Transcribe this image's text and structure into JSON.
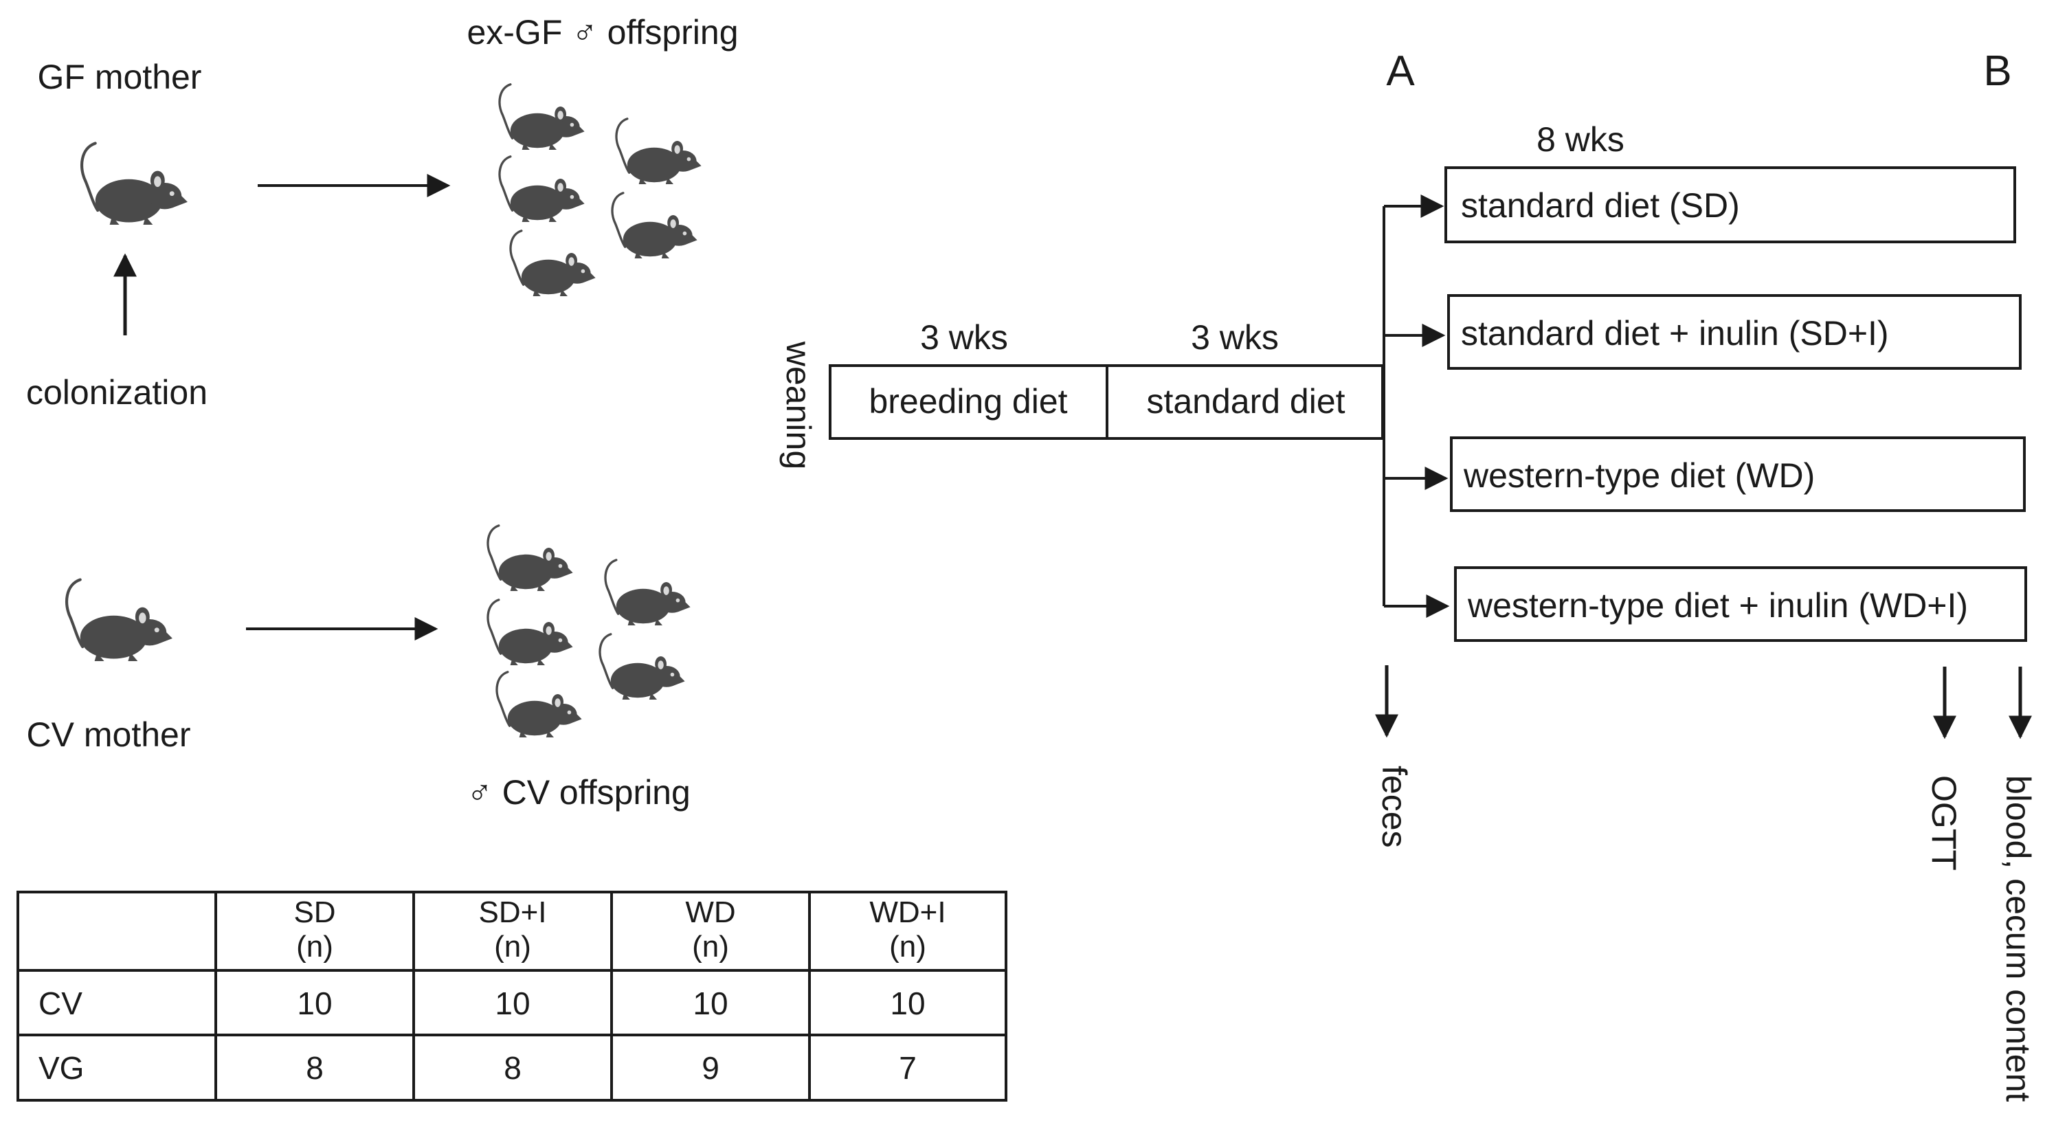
{
  "colors": {
    "ink": "#1a1a1a",
    "mouse": "#4a4a4a",
    "background": "#ffffff"
  },
  "icons": {
    "mouse": "mouse-icon"
  },
  "left": {
    "gf_mother": "GF mother",
    "colonization": "colonization",
    "exgf_offspring": "ex-GF ♂ offspring",
    "cv_mother": "CV mother",
    "cv_offspring": "♂ CV offspring"
  },
  "table": {
    "headers": [
      {
        "abbr": "",
        "unit": ""
      },
      {
        "abbr": "SD",
        "unit": "(n)"
      },
      {
        "abbr": "SD+I",
        "unit": "(n)"
      },
      {
        "abbr": "WD",
        "unit": "(n)"
      },
      {
        "abbr": "WD+I",
        "unit": "(n)"
      }
    ],
    "rows": [
      {
        "label": "CV",
        "values": [
          "10",
          "10",
          "10",
          "10"
        ]
      },
      {
        "label": "VG",
        "values": [
          "8",
          "8",
          "9",
          "7"
        ]
      }
    ]
  },
  "timeline": {
    "weaning": "weaning",
    "period1": {
      "duration": "3 wks",
      "label": "breeding diet"
    },
    "period2": {
      "duration": "3 wks",
      "label": "standard diet"
    },
    "marker_a": "A",
    "marker_b": "B",
    "intervention_duration": "8 wks",
    "diets": [
      "standard diet (SD)",
      "standard diet + inulin (SD+I)",
      "western-type diet (WD)",
      "western-type diet + inulin (WD+I)"
    ],
    "samples": {
      "feces": "feces",
      "ogtt": "OGTT",
      "blood": "blood, cecum content"
    }
  }
}
